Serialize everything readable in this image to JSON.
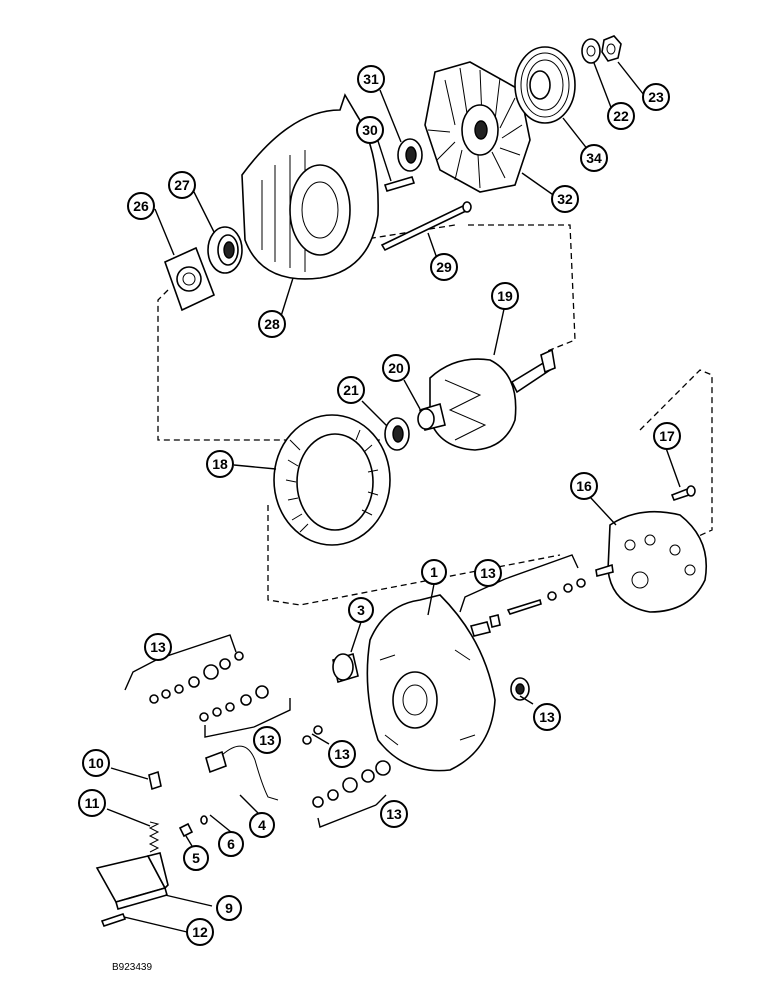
{
  "figure_id": "B923439",
  "callouts": [
    {
      "label": "1"
    },
    {
      "label": "3"
    },
    {
      "label": "4"
    },
    {
      "label": "5"
    },
    {
      "label": "6"
    },
    {
      "label": "9"
    },
    {
      "label": "10"
    },
    {
      "label": "11"
    },
    {
      "label": "12"
    },
    {
      "label": "13"
    },
    {
      "label": "13"
    },
    {
      "label": "13"
    },
    {
      "label": "13"
    },
    {
      "label": "13"
    },
    {
      "label": "13"
    },
    {
      "label": "16"
    },
    {
      "label": "17"
    },
    {
      "label": "18"
    },
    {
      "label": "19"
    },
    {
      "label": "20"
    },
    {
      "label": "21"
    },
    {
      "label": "22"
    },
    {
      "label": "23"
    },
    {
      "label": "26"
    },
    {
      "label": "27"
    },
    {
      "label": "28"
    },
    {
      "label": "29"
    },
    {
      "label": "30"
    },
    {
      "label": "31"
    },
    {
      "label": "32"
    },
    {
      "label": "34"
    }
  ]
}
